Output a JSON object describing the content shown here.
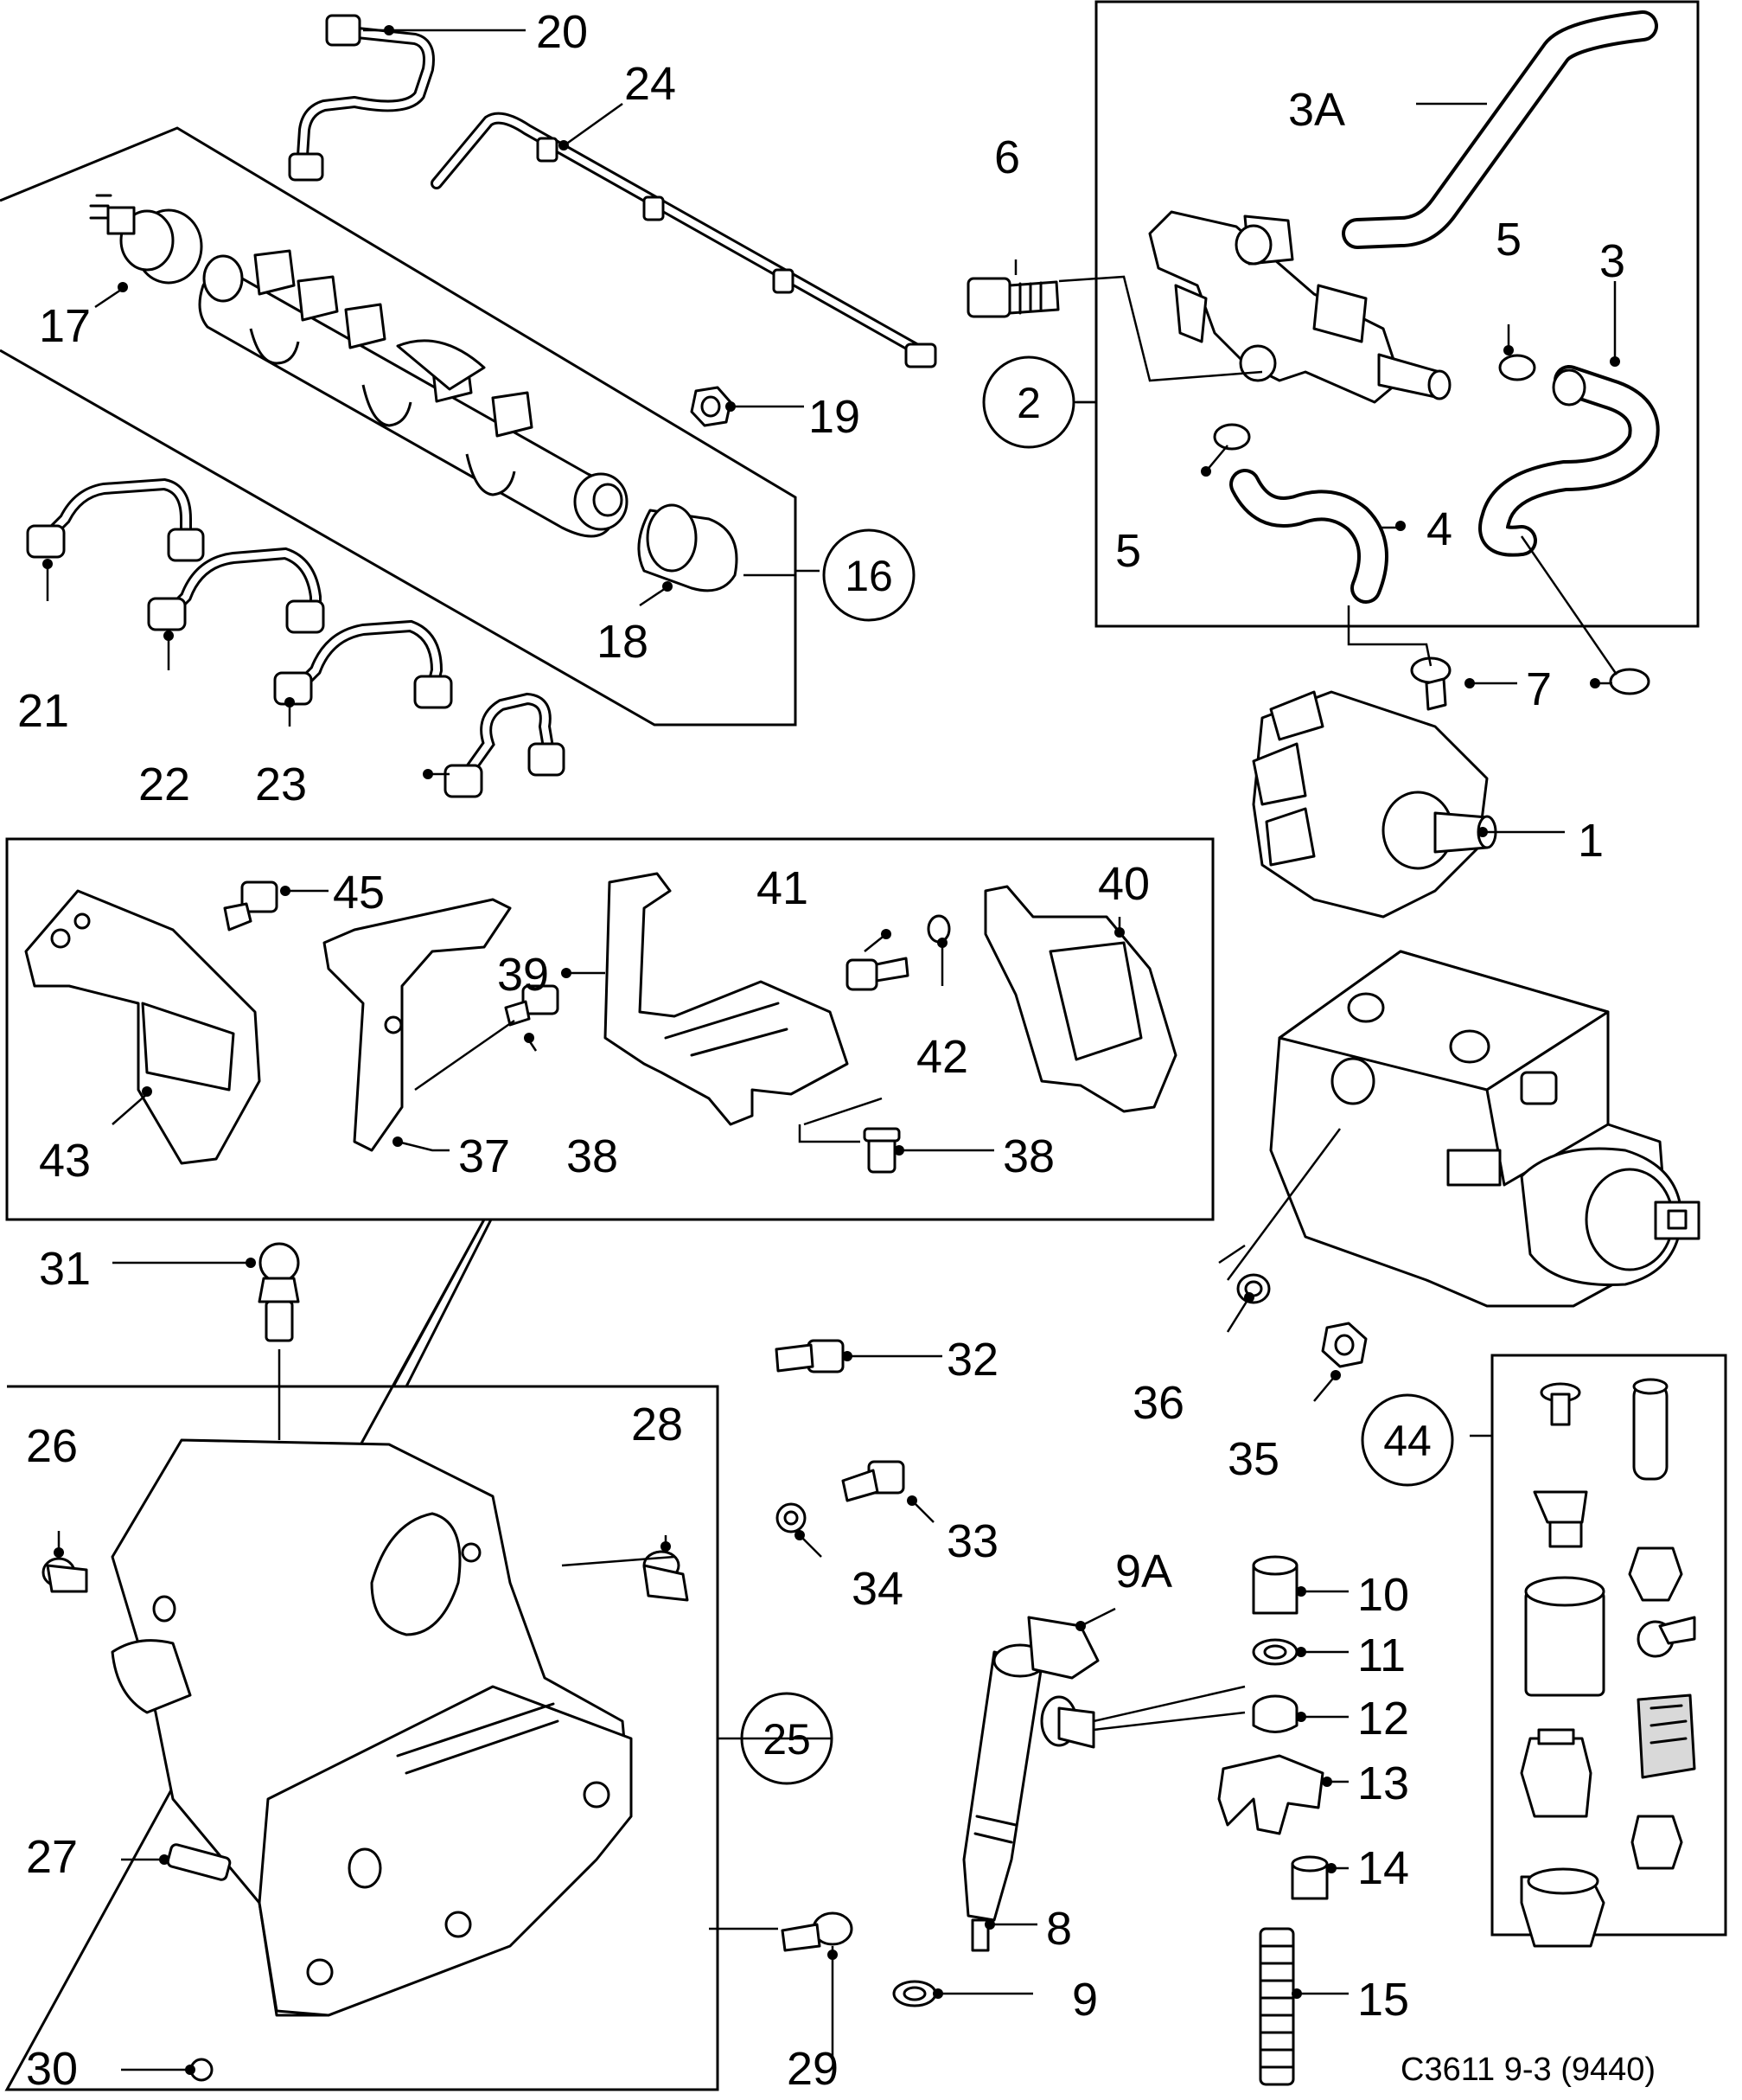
{
  "figure_code": "C3611 9-3 (9440)",
  "callouts": {
    "c1": "1",
    "c2": "2",
    "c3": "3",
    "c3a": "3A",
    "c4": "4",
    "c5a": "5",
    "c5b": "5",
    "c6": "6",
    "c7": "7",
    "c8": "8",
    "c9": "9",
    "c9a": "9A",
    "c10": "10",
    "c11": "11",
    "c12": "12",
    "c13": "13",
    "c14": "14",
    "c15": "15",
    "c16": "16",
    "c17": "17",
    "c18": "18",
    "c19": "19",
    "c20": "20",
    "c21": "21",
    "c22": "22",
    "c23": "23",
    "c24": "24",
    "c25": "25",
    "c26": "26",
    "c27": "27",
    "c28": "28",
    "c29": "29",
    "c30": "30",
    "c31": "31",
    "c32": "32",
    "c33": "33",
    "c34": "34",
    "c35": "35",
    "c36": "36",
    "c37": "37",
    "c38a": "38",
    "c38b": "38",
    "c39": "39",
    "c40": "40",
    "c41": "41",
    "c42": "42",
    "c43": "43",
    "c44": "44",
    "c45": "45"
  }
}
